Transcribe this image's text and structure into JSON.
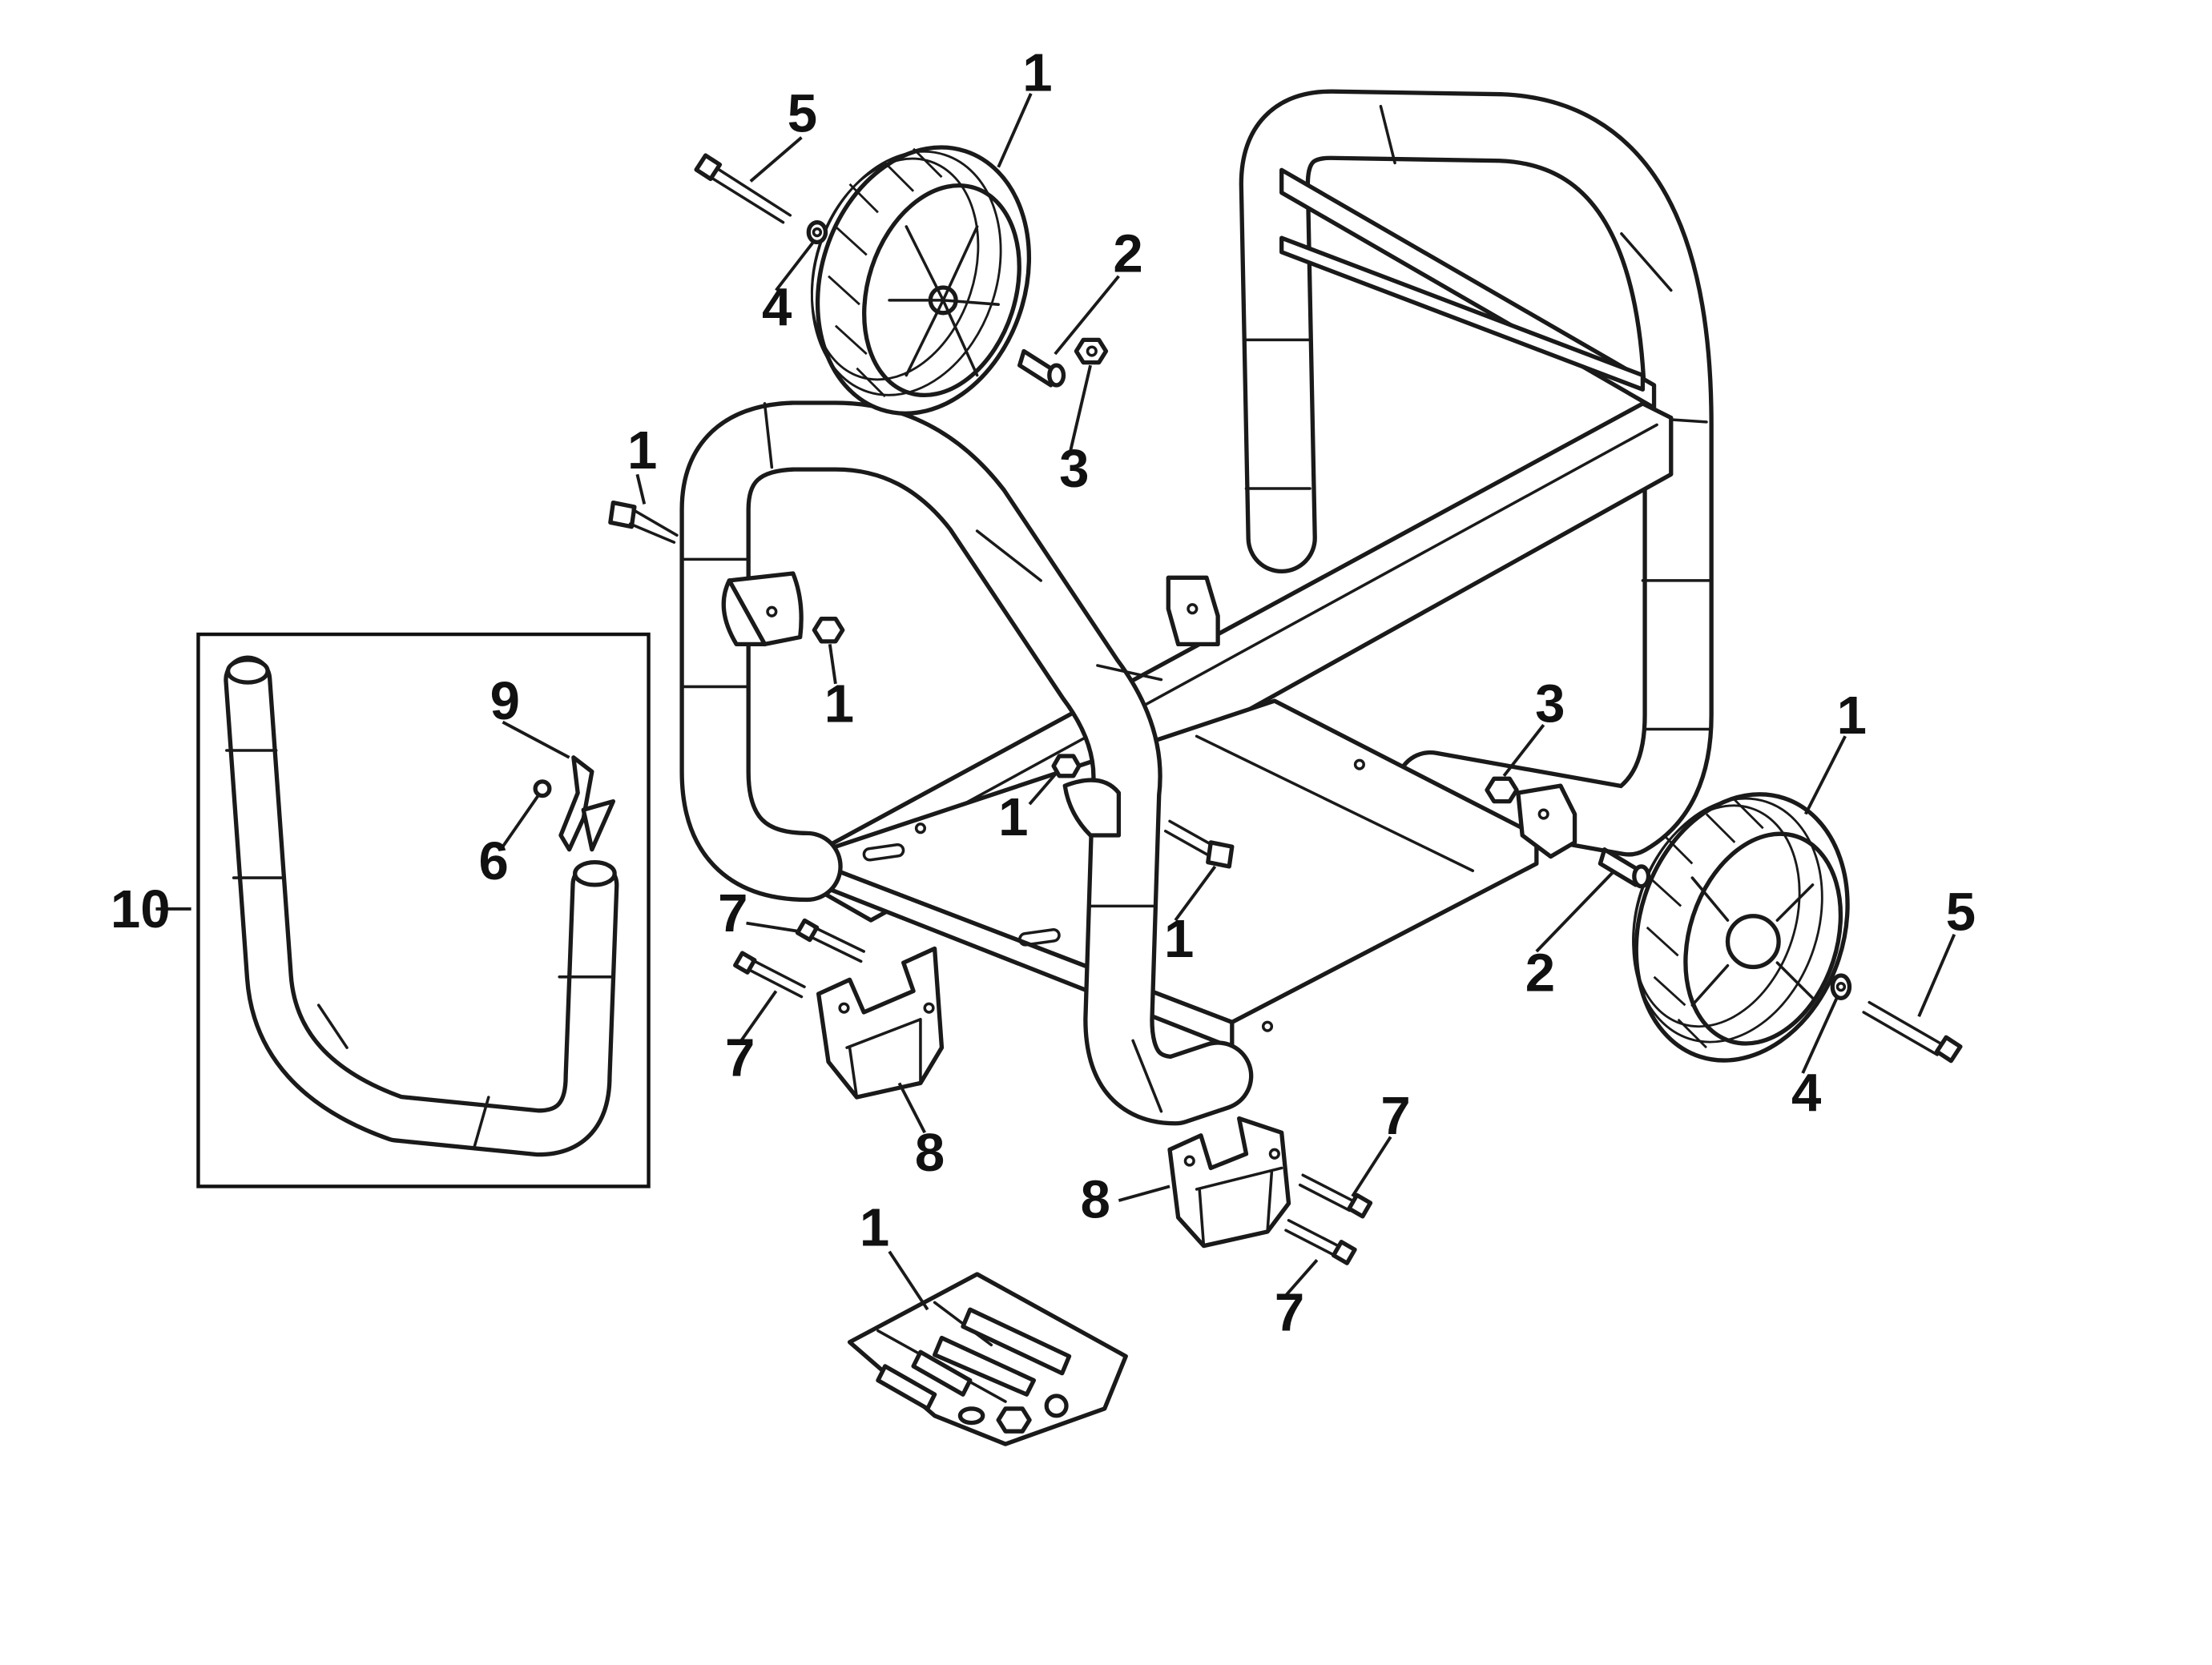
{
  "callouts": {
    "c1_top_wheel": "1",
    "c5_top": "5",
    "c4_top": "4",
    "c2_top": "2",
    "c3_top": "3",
    "c1_left_bolt": "1",
    "c1_left_nut": "1",
    "c9": "9",
    "c6": "6",
    "c10": "10",
    "c3_right": "3",
    "c1_right_wheel": "1",
    "c1_mid_nut": "1",
    "c1_mid_bolt": "1",
    "c7_a": "7",
    "c7_b": "7",
    "c8_left": "8",
    "c2_right": "2",
    "c5_right": "5",
    "c4_right": "4",
    "c7_c": "7",
    "c8_right": "8",
    "c7_d": "7",
    "c1_bag": "1"
  },
  "colors": {
    "line": "#1a1a1a",
    "background": "#ffffff"
  }
}
